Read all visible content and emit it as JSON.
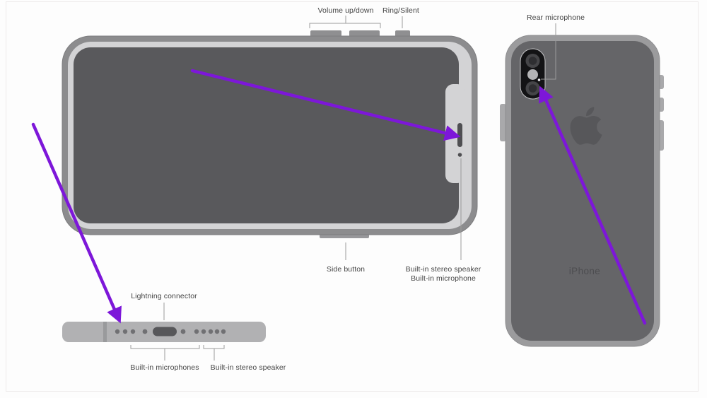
{
  "image": {
    "type": "iphone-microphone-locations-diagram",
    "colors": {
      "arrow": "#7d17d9",
      "label_text": "#454545",
      "label_line": "#9b9b9b",
      "phone_frame": "#8c8c8e",
      "bezel": "#d3d3d5",
      "screen": "#59595c",
      "back_frame": "#9b9b9d",
      "back_body": "#656568",
      "bottom_bar": "#b1b1b3"
    },
    "labels": {
      "volume": "Volume up/down",
      "ring_silent": "Ring/Silent",
      "rear_microphone": "Rear microphone",
      "side_button": "Side button",
      "front_stereo_speaker": "Built-in stereo speaker",
      "front_microphone": "Built-in microphone",
      "lightning_connector": "Lightning connector",
      "bottom_microphones": "Built-in microphones",
      "bottom_stereo_speaker": "Built-in stereo speaker",
      "wordmark": "iPhone"
    }
  }
}
